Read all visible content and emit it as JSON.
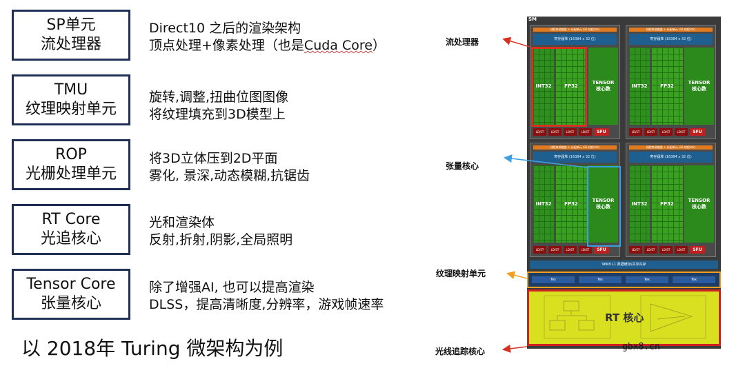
{
  "rows": [
    {
      "title_line1": "SP单元",
      "title_line2": "流处理器",
      "desc_line1": "Direct10 之后的渲染架构",
      "desc_line2_plain": "顶点处理+像素处理（也是",
      "desc_line2_wavy": "Cuda Core",
      "desc_line2_end": "）"
    },
    {
      "title_line1": "TMU",
      "title_line2": "纹理映射单元",
      "desc_line1": "旋转,调整,扭曲位图图像",
      "desc_line2": "将纹理填充到3D模型上"
    },
    {
      "title_line1": "ROP",
      "title_line2": "光栅处理单元",
      "desc_line1": "将3D立体压到2D平面",
      "desc_line2": "雾化, 景深,动态模糊,抗锯齿"
    },
    {
      "title_line1": "RT Core",
      "title_line2": "光追核心",
      "desc_line1": "光和渲染体",
      "desc_line2": "反射,折射,阴影,全局照明"
    },
    {
      "title_line1": "Tensor Core",
      "title_line2": "张量核心",
      "desc_line1": "除了增强AI, 也可以提高渲染",
      "desc_line2": "DLSS，提高清晰度,分辨率，游戏帧速率"
    }
  ],
  "footer": "以 2018年 Turing 微架构为例",
  "annotations": {
    "stream": "流处理器",
    "tensor": "张量核心",
    "texture": "纹理映射单元",
    "raytrace": "光线追踪核心"
  },
  "chip": {
    "sm_label": "SM",
    "quad_header": "线程束调度器 + 分配单元 (32 线程/clk)",
    "register_file": "寄存器堆 (16384 x 32 位)",
    "int32": "INT32",
    "fp32": "FP32",
    "tensor_line1": "TENSOR",
    "tensor_line2": "核心数",
    "ldst": "LD/ST",
    "sfu": "SFU",
    "l1": "96KB L1 数据缓存/共享内存",
    "tex": "Tex",
    "rt": "RT 核心"
  },
  "watermark": "gbx8.cn",
  "colors": {
    "box_border": "#1f2f56",
    "red_arrow": "#d83020",
    "blue_arrow": "#3aa0e0",
    "orange_arrow": "#f0a020",
    "core_green": "#2f8f1f",
    "rt_yellow": "#d8e020"
  }
}
